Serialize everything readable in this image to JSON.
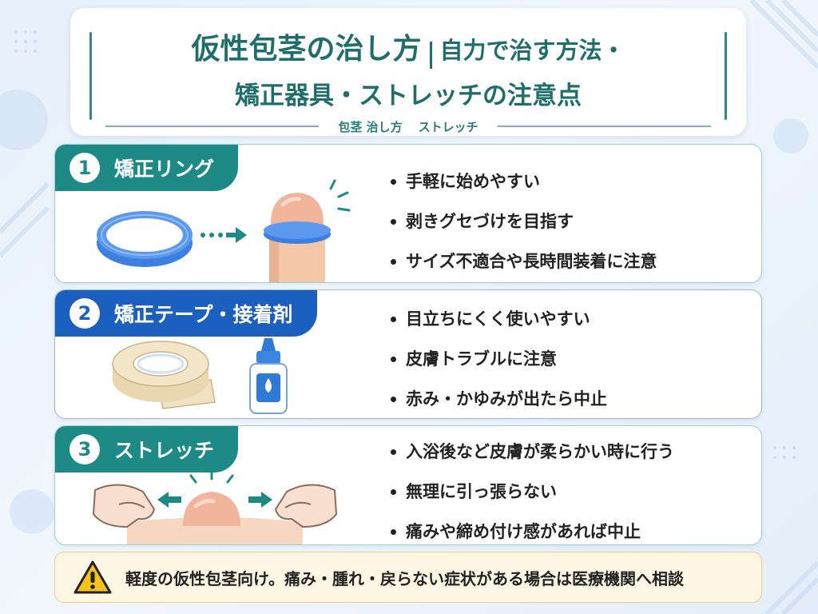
{
  "header": {
    "title_main": "仮性包茎の治し方",
    "title_sub1": "自力で治す方法・",
    "title_sub2": "矯正器具・ストレッチの注意点",
    "keywords": [
      "包茎 治し方",
      "ストレッチ"
    ]
  },
  "sections": [
    {
      "number": "1",
      "label": "矯正リング",
      "color": "#1d8a86",
      "icon": "ring-icon",
      "bullets": [
        "手軽に始めやすい",
        "剥きグセづけを目指す",
        "サイズ不適合や長時間装着に注意"
      ]
    },
    {
      "number": "2",
      "label": "矯正テープ・接着剤",
      "color": "#1b5fbf",
      "icon": "tape-icon",
      "bullets": [
        "目立ちにくく使いやすい",
        "皮膚トラブルに注意",
        "赤み・かゆみが出たら中止"
      ]
    },
    {
      "number": "3",
      "label": "ストレッチ",
      "color": "#1d8a86",
      "icon": "stretch-hands-icon",
      "bullets": [
        "入浴後など皮膚が柔らかい時に行う",
        "無理に引っ張らない",
        "痛みや締め付け感があれば中止"
      ]
    }
  ],
  "notice": {
    "icon": "warning-icon",
    "text": "軽度の仮性包茎向け。痛み・腫れ・戻らない症状がある場合は医療機関へ相談"
  }
}
